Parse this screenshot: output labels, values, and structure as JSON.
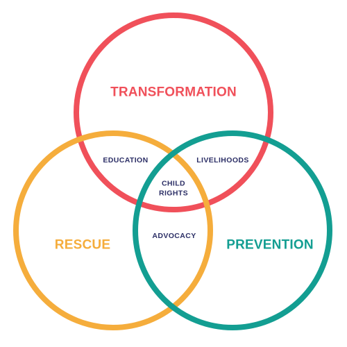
{
  "colors": {
    "transformation": "#f0505a",
    "rescue": "#f5ad3c",
    "prevention": "#139e92",
    "overlap_text": "#2c2f66"
  },
  "circles": {
    "transformation": "TRANSFORMATION",
    "rescue": "RESCUE",
    "prevention": "PREVENTION"
  },
  "overlaps": {
    "education": "EDUCATION",
    "livelihoods": "LIVELIHOODS",
    "child_rights_line1": "CHILD",
    "child_rights_line2": "RIGHTS",
    "advocacy": "ADVOCACY"
  }
}
